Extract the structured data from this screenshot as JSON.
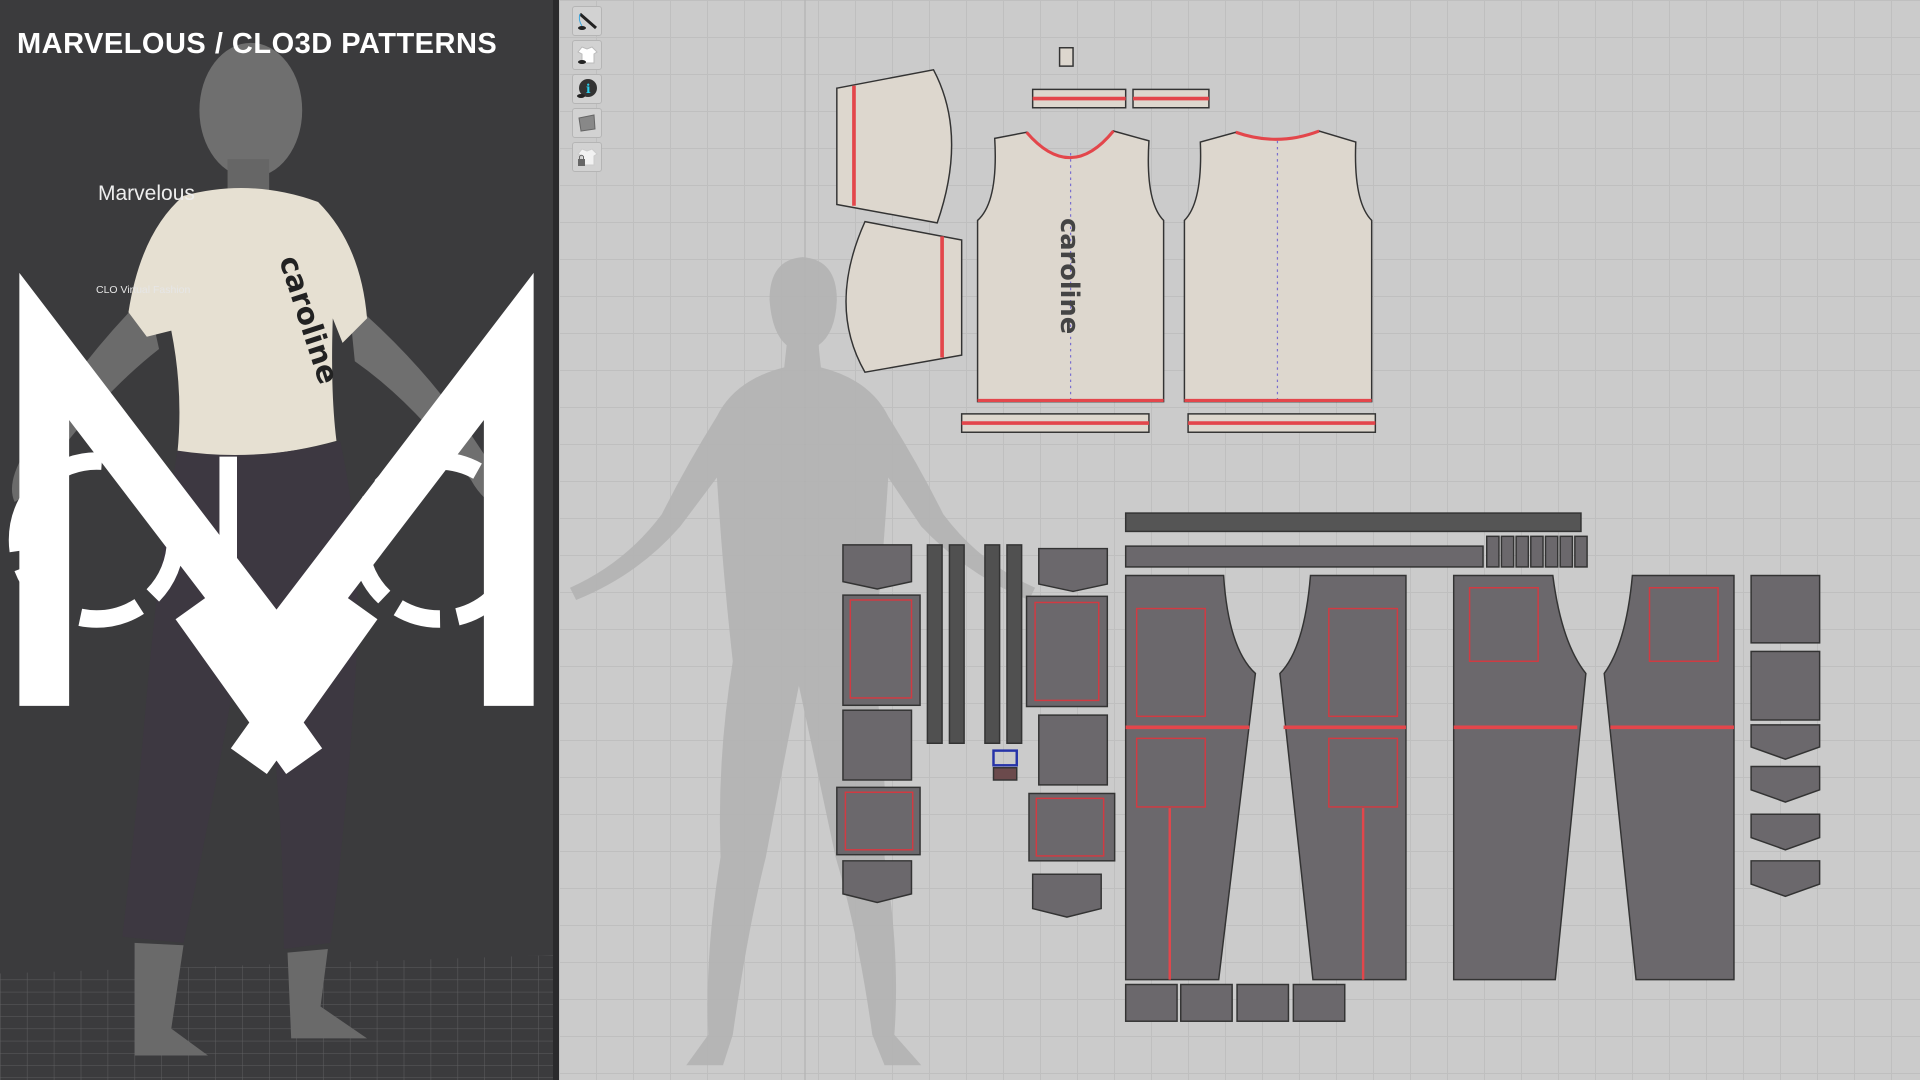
{
  "overlay": {
    "title": "MARVELOUS / CLO3D PATTERNS",
    "marvelous_logo_text": "Marvelous",
    "clo_logo_text": "CLO",
    "clo_tagline": "CLO Virtual Fashion"
  },
  "garment": {
    "shirt_print": "caroline",
    "shirt_color": "#e6e0d2",
    "pants_color": "#3d3841"
  },
  "pattern_window": {
    "toolbar": [
      {
        "name": "show-seam-line",
        "icon": "needle-eye-icon"
      },
      {
        "name": "show-garment",
        "icon": "shirt-eye-icon"
      },
      {
        "name": "show-info",
        "icon": "info-eye-icon"
      },
      {
        "name": "show-texture",
        "icon": "fabric-icon"
      },
      {
        "name": "lock-garment",
        "icon": "shirt-lock-icon"
      }
    ],
    "front_bodice_print": "caroline",
    "colors": {
      "canvas": "#cbcbcb",
      "shirt_piece": "#ddd7ce",
      "pants_piece": "#6b686c",
      "seam": "#e3464b",
      "seam_alt": "#2a8fa8",
      "selection": "#2633a8"
    }
  }
}
